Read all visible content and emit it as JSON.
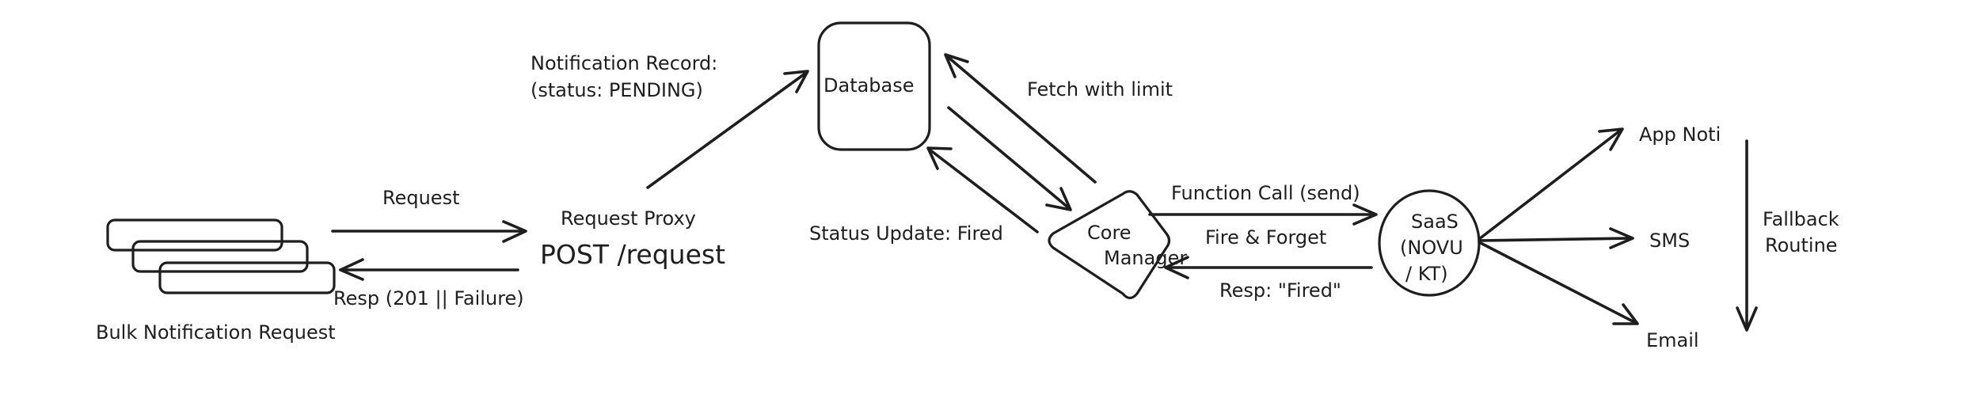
{
  "nodes": {
    "bulk_request": "Bulk Notification Request",
    "request_proxy": "Request Proxy",
    "proxy_endpoint": "POST /request",
    "database": "Database",
    "core_manager_line1": "Core",
    "core_manager_line2": "Manager",
    "saas_line1": "SaaS",
    "saas_line2": "(NOVU",
    "saas_line3": "/ KT)",
    "app_noti": "App Noti",
    "sms": "SMS",
    "email": "Email",
    "fallback_line1": "Fallback",
    "fallback_line2": "Routine"
  },
  "edges": {
    "request": "Request",
    "response": "Resp (201 || Failure)",
    "record_line1": "Notification Record:",
    "record_line2": "(status: PENDING)",
    "fetch": "Fetch with limit",
    "status_update": "Status Update: Fired",
    "function_call": "Function Call (send)",
    "fire_forget": "Fire & Forget",
    "resp_fired": "Resp: \"Fired\""
  }
}
